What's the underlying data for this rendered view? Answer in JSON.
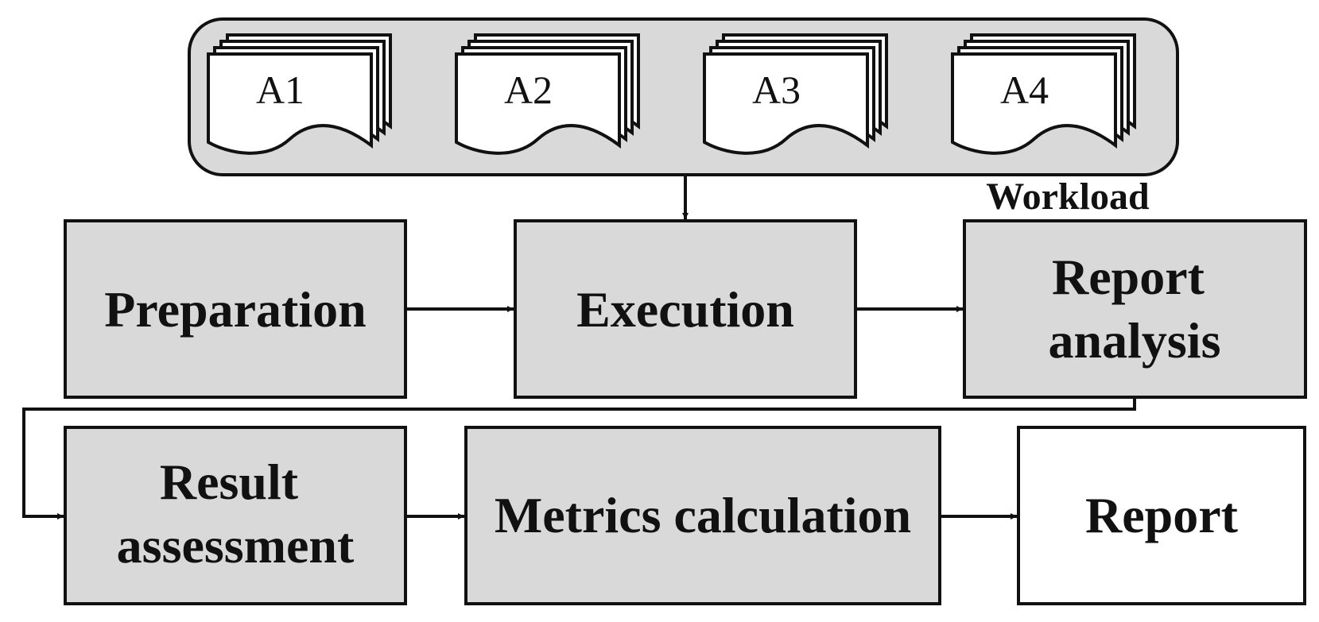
{
  "workload": {
    "label": "Workload",
    "documents": [
      "A1",
      "A2",
      "A3",
      "A4"
    ]
  },
  "steps": {
    "preparation": "Preparation",
    "execution": "Execution",
    "report_analysis": [
      "Report",
      "analysis"
    ],
    "result_assessment": [
      "Result",
      "assessment"
    ],
    "metrics_calculation": "Metrics calculation",
    "report": "Report"
  },
  "colors": {
    "box_fill": "#d9d9d9",
    "output_fill": "#ffffff",
    "stroke": "#111111"
  }
}
